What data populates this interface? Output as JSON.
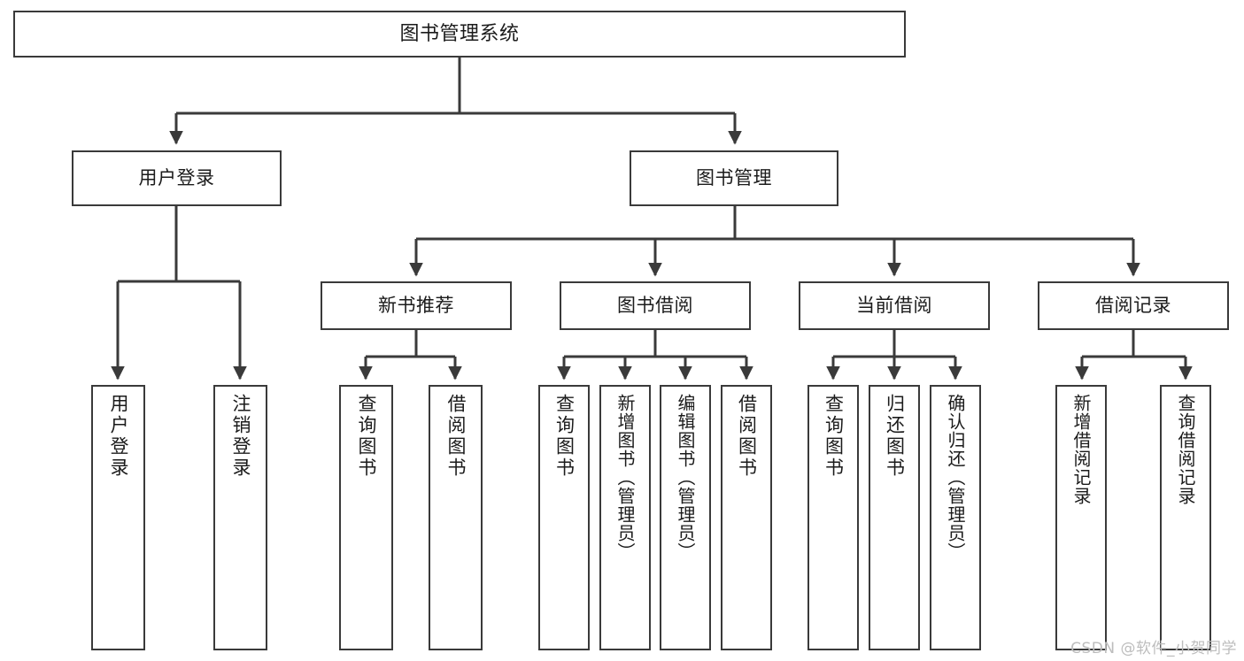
{
  "diagram": {
    "title": "图书管理系统",
    "root": {
      "label": "图书管理系统"
    },
    "level1": [
      {
        "label": "用户登录"
      },
      {
        "label": "图书管理"
      }
    ],
    "level2": [
      {
        "label": "新书推荐"
      },
      {
        "label": "图书借阅"
      },
      {
        "label": "当前借阅"
      },
      {
        "label": "借阅记录"
      }
    ],
    "leaves": {
      "user_login": [
        {
          "label": "用户登录"
        },
        {
          "label": "注销登录"
        }
      ],
      "new_book_recommend": [
        {
          "label": "查询图书"
        },
        {
          "label": "借阅图书"
        }
      ],
      "book_borrow": [
        {
          "label": "查询图书"
        },
        {
          "label": "新增图书（管理员）"
        },
        {
          "label": "编辑图书（管理员）"
        },
        {
          "label": "借阅图书"
        }
      ],
      "current_borrow": [
        {
          "label": "查询图书"
        },
        {
          "label": "归还图书"
        },
        {
          "label": "确认归还（管理员）"
        }
      ],
      "borrow_record": [
        {
          "label": "新增借阅记录"
        },
        {
          "label": "查询借阅记录"
        }
      ]
    }
  },
  "watermark": {
    "text": "CSDN @软件_小贺同学"
  },
  "colors": {
    "border": "#3a3a3a",
    "text": "#1b1b1b",
    "background": "#ffffff",
    "watermark": "#bdbdbd"
  }
}
